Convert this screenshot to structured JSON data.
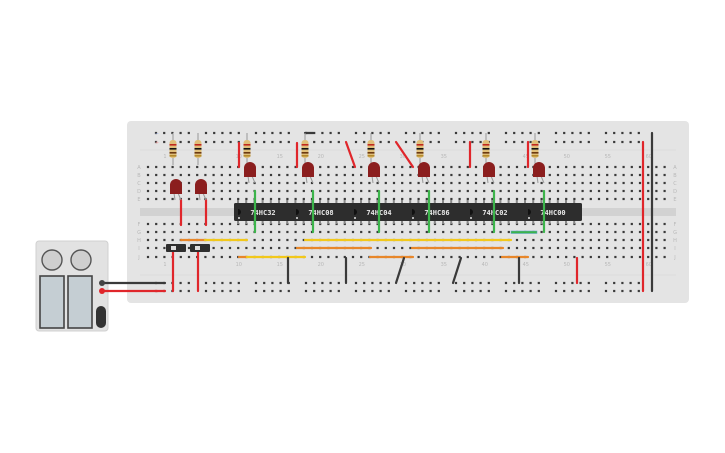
{
  "breadboard": {
    "column_labels": [
      "1",
      "10",
      "15",
      "20",
      "25",
      "30",
      "35",
      "40",
      "45",
      "50",
      "55",
      "60"
    ],
    "row_labels_top": [
      "A",
      "B",
      "C",
      "D",
      "E"
    ],
    "row_labels_bottom": [
      "F",
      "G",
      "H",
      "I",
      "J"
    ],
    "rail_signs": [
      "−",
      "+"
    ]
  },
  "chips": [
    {
      "label": "74HC32"
    },
    {
      "label": "74HC08"
    },
    {
      "label": "74HC04"
    },
    {
      "label": "74HC86"
    },
    {
      "label": "74HC02"
    },
    {
      "label": "74HC00"
    }
  ],
  "components": {
    "resistor_count": 8,
    "led_count": 8,
    "switch_count": 2,
    "led_color": "#8b1e1e"
  },
  "colors": {
    "board": "#e4e4e4",
    "chip": "#2d2d2d",
    "wire_red": "#e0262b",
    "wire_black": "#3a3a3a",
    "wire_green": "#3cb44b",
    "wire_yellow": "#f2c81b",
    "wire_orange": "#e8872a"
  }
}
